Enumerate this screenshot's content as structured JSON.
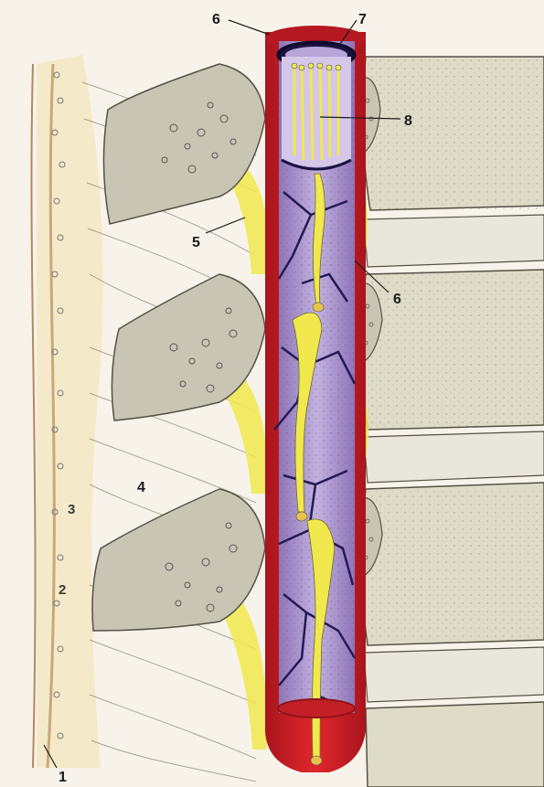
{
  "figure": {
    "labels": [
      {
        "id": "label-1",
        "text": "1"
      },
      {
        "id": "label-2",
        "text": "2"
      },
      {
        "id": "label-3",
        "text": "3"
      },
      {
        "id": "label-4",
        "text": "4"
      },
      {
        "id": "label-5",
        "text": "5"
      },
      {
        "id": "label-6-top",
        "text": "6"
      },
      {
        "id": "label-6-mid",
        "text": "6"
      },
      {
        "id": "label-7",
        "text": "7"
      },
      {
        "id": "label-8",
        "text": "8"
      }
    ]
  },
  "colors": {
    "dura": "#d61f26",
    "dura_dark": "#8e1419",
    "inner_membrane": "#9f86c4",
    "inner_membrane_light": "#c8b8e2",
    "nerve": "#f1e84d",
    "bone": "#c9c5b4",
    "bone_outline": "#555044",
    "skin": "#f6ecc8",
    "background": "#f7f3ea"
  }
}
